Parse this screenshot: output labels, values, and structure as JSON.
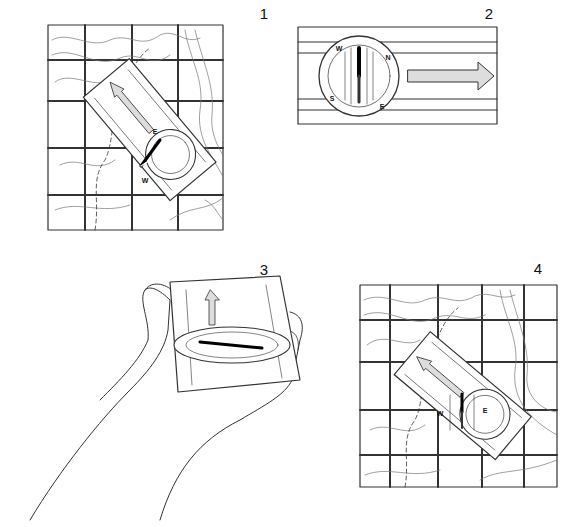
{
  "diagram": {
    "labels": [
      "1",
      "E",
      "W",
      "2",
      "W",
      "N",
      "S",
      "E",
      "3",
      "4",
      "W",
      "E"
    ]
  }
}
